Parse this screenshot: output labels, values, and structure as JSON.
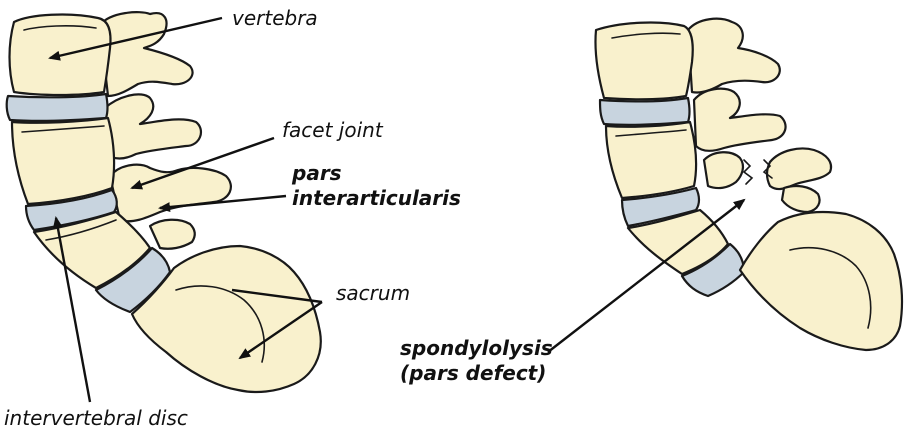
{
  "labels": {
    "vertebra": "vertebra",
    "facet_joint": "facet joint",
    "pars_line1": "pars",
    "pars_line2": "interarticularis",
    "sacrum": "sacrum",
    "intervertebral_disc": "intervertebral disc",
    "spondylolysis_line1": "spondylolysis",
    "spondylolysis_line2": "(pars defect)"
  },
  "colors": {
    "bone": "#f9f1cd",
    "disc": "#c8d4df",
    "outline": "#1a1a1a",
    "text": "#111111"
  }
}
